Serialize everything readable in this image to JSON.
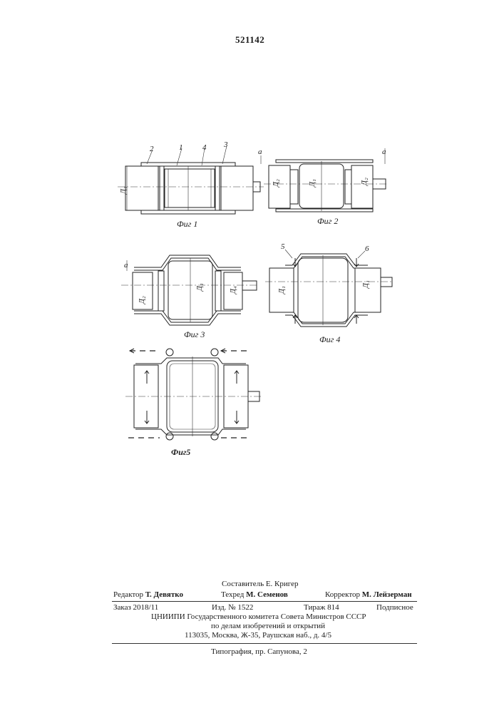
{
  "patent_number": "521142",
  "figures": {
    "fig1": {
      "caption": "Фиг 1",
      "labels": [
        "2",
        "1",
        "4",
        "3"
      ],
      "dim": "Д₁"
    },
    "fig2": {
      "caption": "Фиг 2",
      "dims": [
        "а",
        "а",
        "Д₂",
        "Д₁",
        "Д₂"
      ]
    },
    "fig3": {
      "caption": "Фиг 3",
      "dims": [
        "а",
        "Д₂",
        "Д₁",
        "Д₄"
      ]
    },
    "fig4": {
      "caption": "Фиг 4",
      "labels": [
        "5",
        "6"
      ],
      "dims": [
        "Д₁",
        "Д₁"
      ]
    },
    "fig5": {
      "caption": "Фиг5"
    }
  },
  "imprint": {
    "compiler": "Составитель Е. Кригер",
    "editor_role": "Редактор",
    "editor_name": "Т. Девятко",
    "techred_role": "Техред",
    "techred_name": "М. Семенов",
    "corrector_role": "Корректор",
    "corrector_name": "М. Лейзерман",
    "order": "Заказ 2018/11",
    "edition": "Изд. № 1522",
    "circulation": "Тираж 814",
    "subscription": "Подписное",
    "org1": "ЦНИИПИ Государственного комитета Совета Министров СССР",
    "org2": "по делам изобретений и открытий",
    "address": "113035, Москва, Ж-35, Раушская наб., д. 4/5",
    "printer": "Типография, пр. Сапунова, 2"
  }
}
